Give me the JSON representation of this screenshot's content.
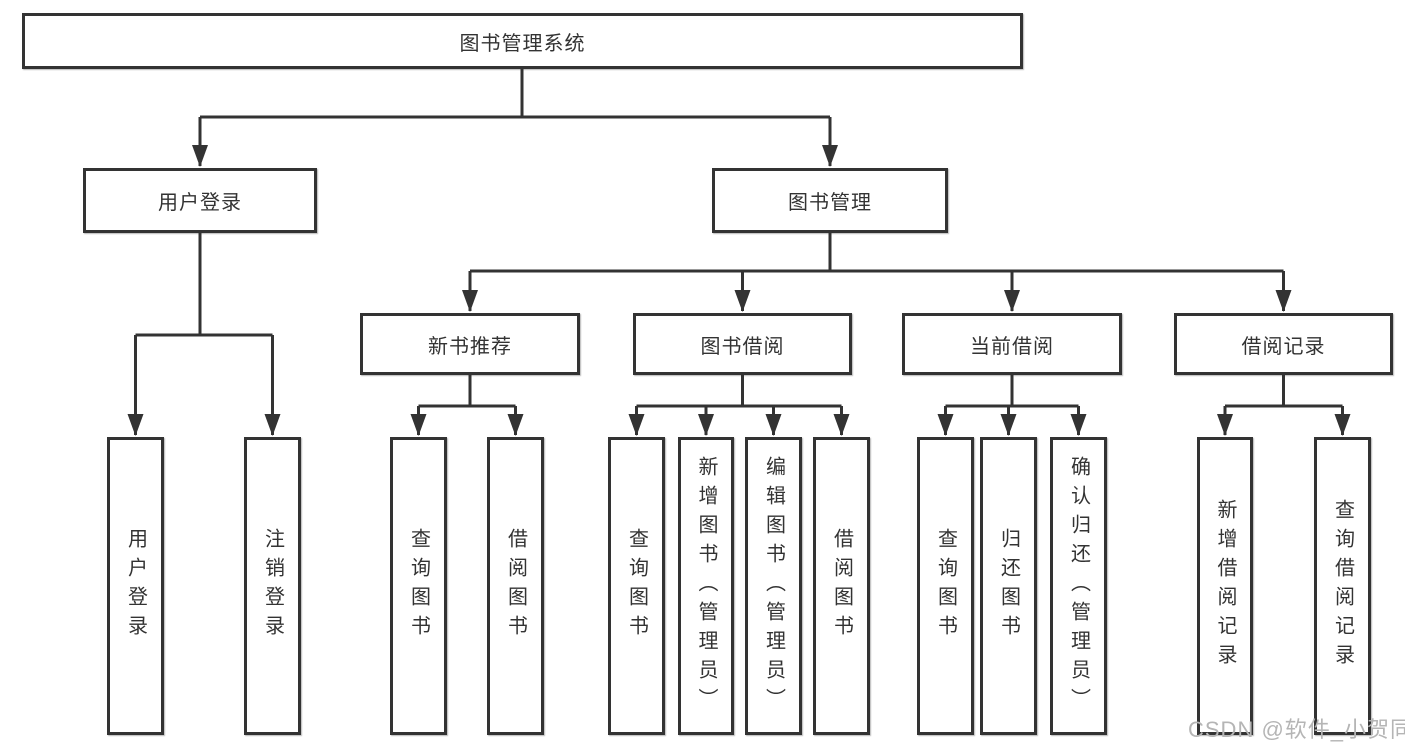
{
  "colors": {
    "line": "#333333",
    "box_border": "#333333",
    "box_fill": "#ffffff",
    "text": "#333333",
    "watermark": "#b5b5b5",
    "background": "#ffffff"
  },
  "diagram": {
    "root": "图书管理系统",
    "level2": {
      "user_login": "用户登录",
      "book_mgmt": "图书管理"
    },
    "level3": {
      "new_book_rec": "新书推荐",
      "book_borrow": "图书借阅",
      "current_borrow": "当前借阅",
      "borrow_records": "借阅记录"
    },
    "leaves": {
      "user_login_1": "用户登录",
      "user_login_2": "注销登录",
      "new_book_1": "查询图书",
      "new_book_2": "借阅图书",
      "borrow_1": "查询图书",
      "borrow_2": "新增图书（管理员）",
      "borrow_3": "编辑图书（管理员）",
      "borrow_4": "借阅图书",
      "current_1": "查询图书",
      "current_2": "归还图书",
      "current_3": "确认归还（管理员）",
      "records_1": "新增借阅记录",
      "records_2": "查询借阅记录"
    }
  },
  "watermark": "CSDN @软件_小贺同学"
}
